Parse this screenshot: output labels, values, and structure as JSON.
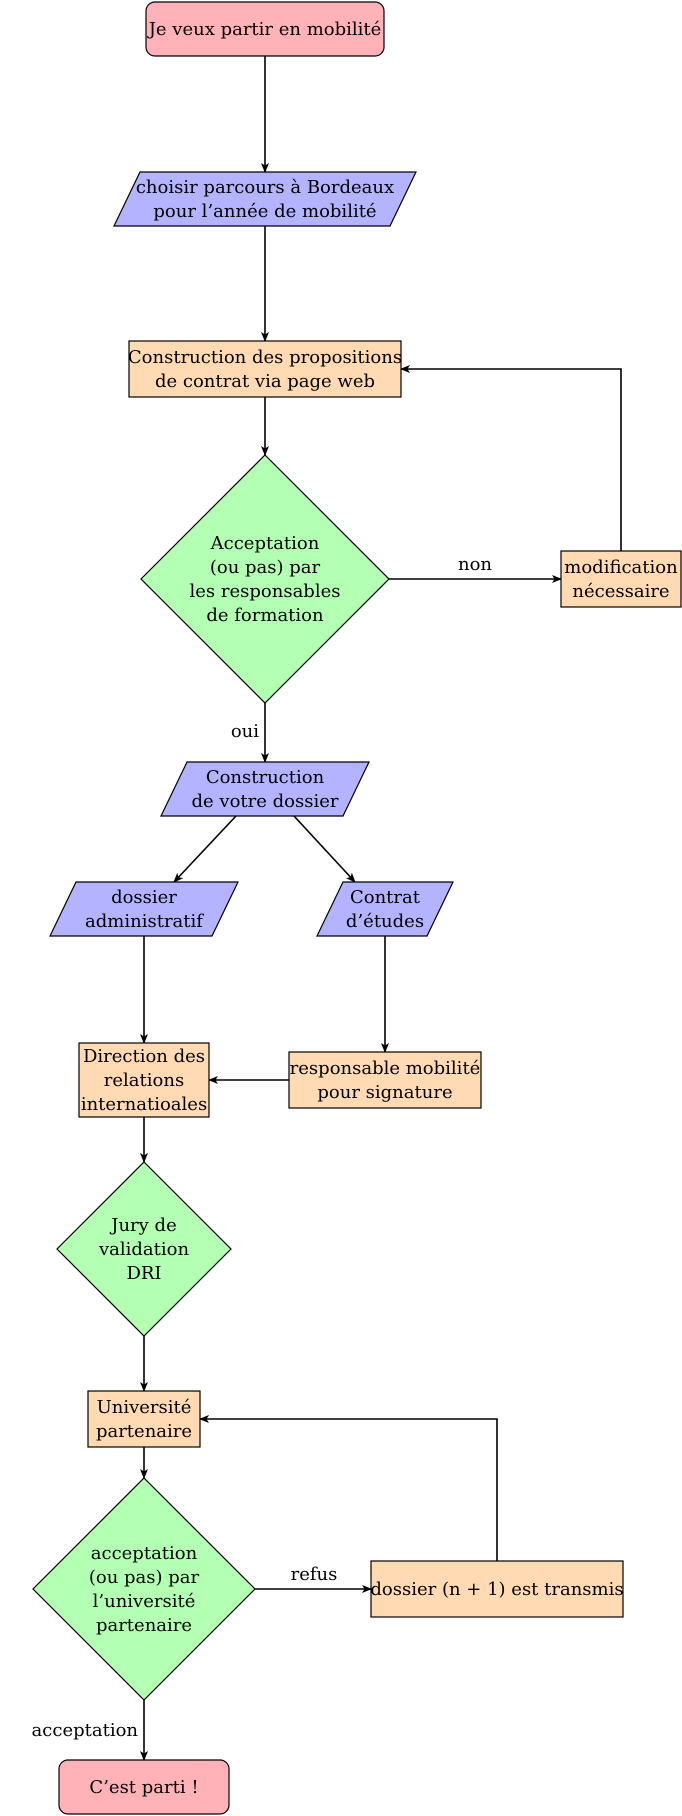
{
  "colors": {
    "terminal": "#ffb3b8",
    "io": "#b3b3ff",
    "process": "#ffdab3",
    "decision": "#b3ffb3",
    "stroke": "#000000"
  },
  "nodes": {
    "start": {
      "shape": "terminal",
      "lines": [
        "Je veux partir en mobilité"
      ]
    },
    "choisir": {
      "shape": "io",
      "lines": [
        "choisir parcours à Bordeaux",
        "pour l’année de mobilité"
      ]
    },
    "construction_propositions": {
      "shape": "process",
      "lines": [
        "Construction des propositions",
        "de contrat via page web"
      ]
    },
    "acceptation_resp": {
      "shape": "decision",
      "lines": [
        "Acceptation",
        "(ou pas) par",
        "les responsables",
        "de formation"
      ]
    },
    "modification": {
      "shape": "process",
      "lines": [
        "modification",
        "nécessaire"
      ]
    },
    "construction_dossier": {
      "shape": "io",
      "lines": [
        "Construction",
        "de votre dossier"
      ]
    },
    "dossier_admin": {
      "shape": "io",
      "lines": [
        "dossier",
        "administratif"
      ]
    },
    "contrat_etudes": {
      "shape": "io",
      "lines": [
        "Contrat",
        "d’études"
      ]
    },
    "direction": {
      "shape": "process",
      "lines": [
        "Direction des",
        "relations",
        "internatioales"
      ]
    },
    "responsable": {
      "shape": "process",
      "lines": [
        "responsable mobilité",
        "pour signature"
      ]
    },
    "jury": {
      "shape": "decision",
      "lines": [
        "Jury de",
        "validation",
        "DRI"
      ]
    },
    "universite": {
      "shape": "process",
      "lines": [
        "Université",
        "partenaire"
      ]
    },
    "acceptation_univ": {
      "shape": "decision",
      "lines": [
        "acceptation",
        "(ou pas) par",
        "l’université",
        "partenaire"
      ]
    },
    "dossier_transmis": {
      "shape": "process",
      "lines": [
        "dossier (n + 1) est transmis"
      ]
    },
    "end": {
      "shape": "terminal",
      "lines": [
        "C’est parti !"
      ]
    }
  },
  "edges": [
    {
      "from": "start",
      "to": "choisir",
      "label": ""
    },
    {
      "from": "choisir",
      "to": "construction_propositions",
      "label": ""
    },
    {
      "from": "construction_propositions",
      "to": "acceptation_resp",
      "label": ""
    },
    {
      "from": "acceptation_resp",
      "to": "modification",
      "label": "non"
    },
    {
      "from": "modification",
      "to": "construction_propositions",
      "label": ""
    },
    {
      "from": "acceptation_resp",
      "to": "construction_dossier",
      "label": "oui"
    },
    {
      "from": "construction_dossier",
      "to": "dossier_admin",
      "label": ""
    },
    {
      "from": "construction_dossier",
      "to": "contrat_etudes",
      "label": ""
    },
    {
      "from": "dossier_admin",
      "to": "direction",
      "label": ""
    },
    {
      "from": "contrat_etudes",
      "to": "responsable",
      "label": ""
    },
    {
      "from": "responsable",
      "to": "direction",
      "label": ""
    },
    {
      "from": "direction",
      "to": "jury",
      "label": ""
    },
    {
      "from": "jury",
      "to": "universite",
      "label": ""
    },
    {
      "from": "universite",
      "to": "acceptation_univ",
      "label": ""
    },
    {
      "from": "acceptation_univ",
      "to": "dossier_transmis",
      "label": "refus"
    },
    {
      "from": "dossier_transmis",
      "to": "universite",
      "label": ""
    },
    {
      "from": "acceptation_univ",
      "to": "end",
      "label": "acceptation"
    }
  ]
}
